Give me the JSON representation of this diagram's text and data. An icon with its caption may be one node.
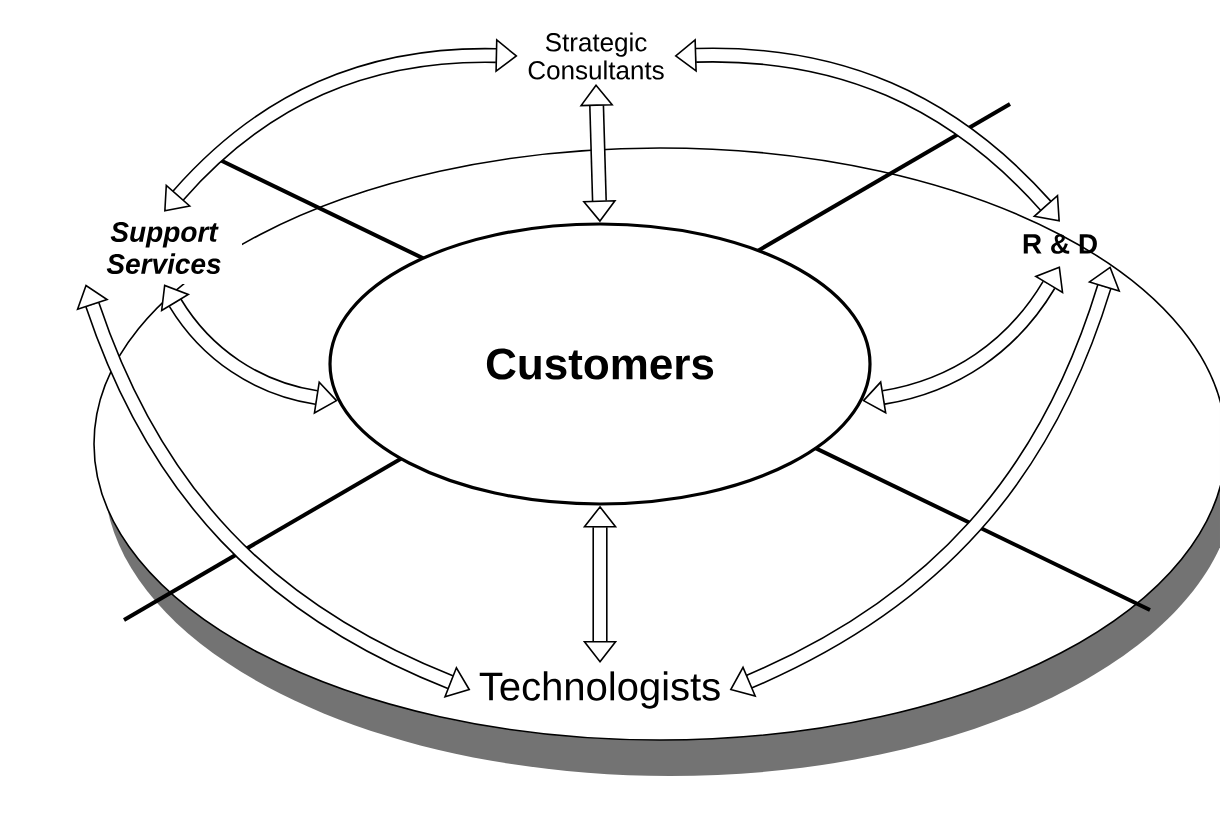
{
  "diagram": {
    "nodes": [
      {
        "text": [
          "Customers"
        ]
      },
      {
        "text": [
          "Strategic Consultants"
        ]
      },
      {
        "text": [
          "Support Services"
        ]
      },
      {
        "text": [
          "R & D"
        ]
      },
      {
        "text": [
          "Technologists"
        ]
      }
    ],
    "edges": [
      {
        "from": 0,
        "to": 1,
        "arrow": "both"
      },
      {
        "from": 0,
        "to": 2,
        "arrow": "both"
      },
      {
        "from": 0,
        "to": 3,
        "arrow": "both"
      },
      {
        "from": 0,
        "to": 4,
        "arrow": "both"
      },
      {
        "from": 1,
        "to": 2,
        "arrow": "both"
      },
      {
        "from": 1,
        "to": 3,
        "arrow": "both"
      },
      {
        "from": 2,
        "to": 4,
        "arrow": "both"
      },
      {
        "from": 3,
        "to": 4,
        "arrow": "both"
      }
    ]
  }
}
